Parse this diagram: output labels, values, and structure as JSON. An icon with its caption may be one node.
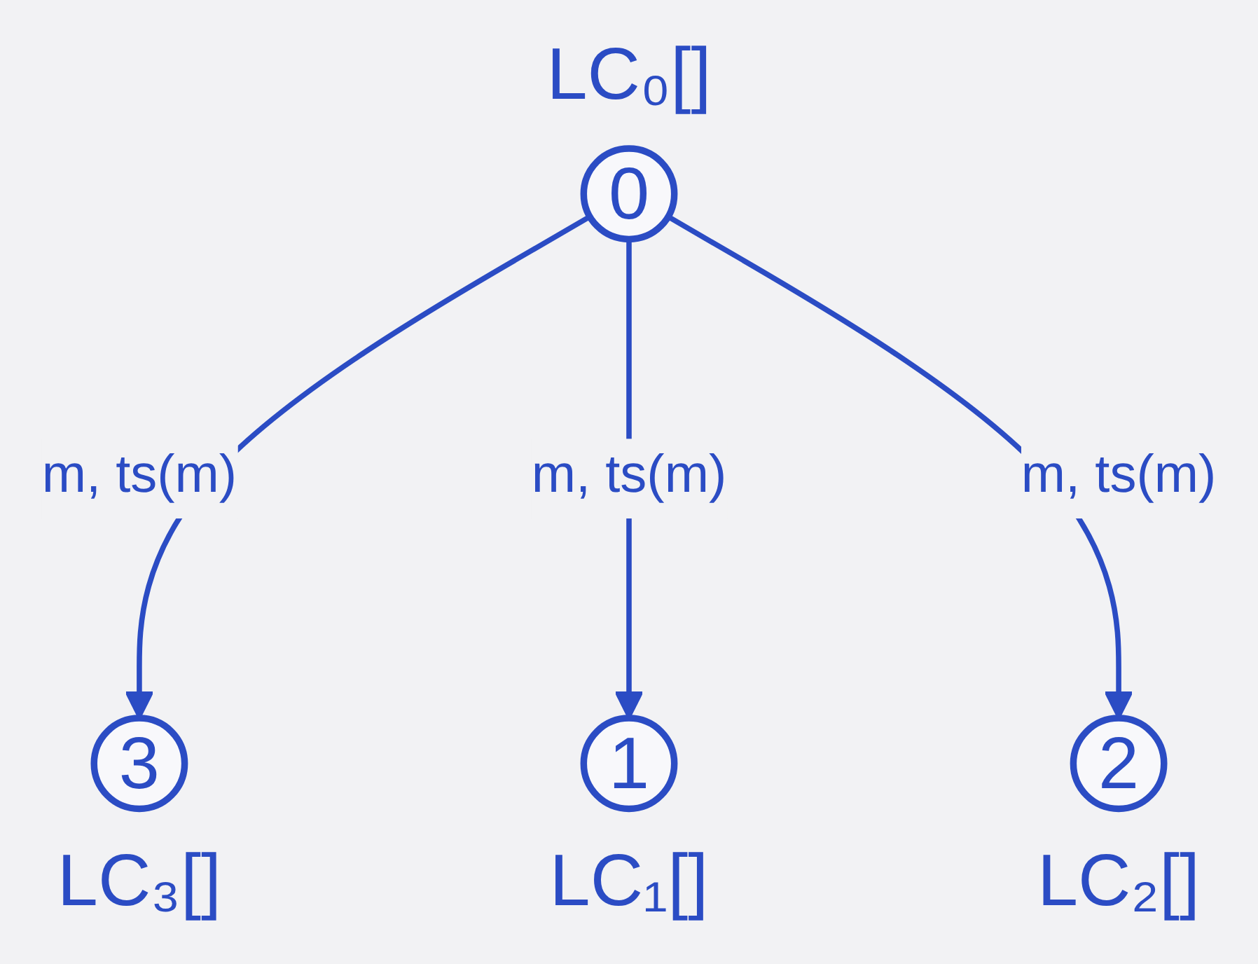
{
  "diagram": {
    "nodes": [
      {
        "text": [
          "0"
        ],
        "beside": [
          "LC₀[]"
        ]
      },
      {
        "text": [
          "1"
        ],
        "beside": [
          "LC₁[]"
        ]
      },
      {
        "text": [
          "2"
        ],
        "beside": [
          "LC₂[]"
        ]
      },
      {
        "text": [
          "3"
        ],
        "beside": [
          "LC₃[]"
        ]
      }
    ],
    "edges": [
      {
        "from": 0,
        "to": 3,
        "label": "m, ts(m)",
        "arrow": "to"
      },
      {
        "from": 0,
        "to": 1,
        "label": "m, ts(m)",
        "arrow": "to"
      },
      {
        "from": 0,
        "to": 2,
        "label": "m, ts(m)",
        "arrow": "to"
      }
    ]
  }
}
